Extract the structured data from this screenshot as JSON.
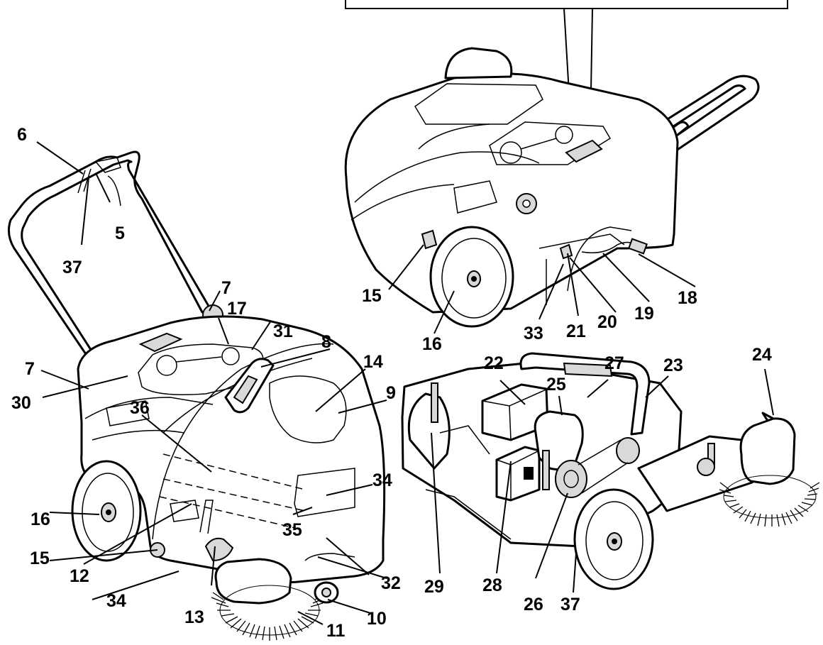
{
  "diagram": {
    "callouts": [
      {
        "id": "c6",
        "text": "6"
      },
      {
        "id": "c5",
        "text": "5"
      },
      {
        "id": "c37a",
        "text": "37"
      },
      {
        "id": "c7a",
        "text": "7"
      },
      {
        "id": "c17",
        "text": "17"
      },
      {
        "id": "c31",
        "text": "31"
      },
      {
        "id": "c8",
        "text": "8"
      },
      {
        "id": "c14",
        "text": "14"
      },
      {
        "id": "c9",
        "text": "9"
      },
      {
        "id": "c7b",
        "text": "7"
      },
      {
        "id": "c30",
        "text": "30"
      },
      {
        "id": "c36",
        "text": "36"
      },
      {
        "id": "c34a",
        "text": "34"
      },
      {
        "id": "c16a",
        "text": "16"
      },
      {
        "id": "c35",
        "text": "35"
      },
      {
        "id": "c15a",
        "text": "15"
      },
      {
        "id": "c12",
        "text": "12"
      },
      {
        "id": "c34b",
        "text": "34"
      },
      {
        "id": "c13",
        "text": "13"
      },
      {
        "id": "c32",
        "text": "32"
      },
      {
        "id": "c11",
        "text": "11"
      },
      {
        "id": "c10",
        "text": "10"
      },
      {
        "id": "c15b",
        "text": "15"
      },
      {
        "id": "c16b",
        "text": "16"
      },
      {
        "id": "c33",
        "text": "33"
      },
      {
        "id": "c21",
        "text": "21"
      },
      {
        "id": "c20",
        "text": "20"
      },
      {
        "id": "c19",
        "text": "19"
      },
      {
        "id": "c18",
        "text": "18"
      },
      {
        "id": "c22",
        "text": "22"
      },
      {
        "id": "c27",
        "text": "27"
      },
      {
        "id": "c23",
        "text": "23"
      },
      {
        "id": "c24",
        "text": "24"
      },
      {
        "id": "c25",
        "text": "25"
      },
      {
        "id": "c29",
        "text": "29"
      },
      {
        "id": "c28",
        "text": "28"
      },
      {
        "id": "c26",
        "text": "26"
      },
      {
        "id": "c37b",
        "text": "37"
      }
    ]
  }
}
